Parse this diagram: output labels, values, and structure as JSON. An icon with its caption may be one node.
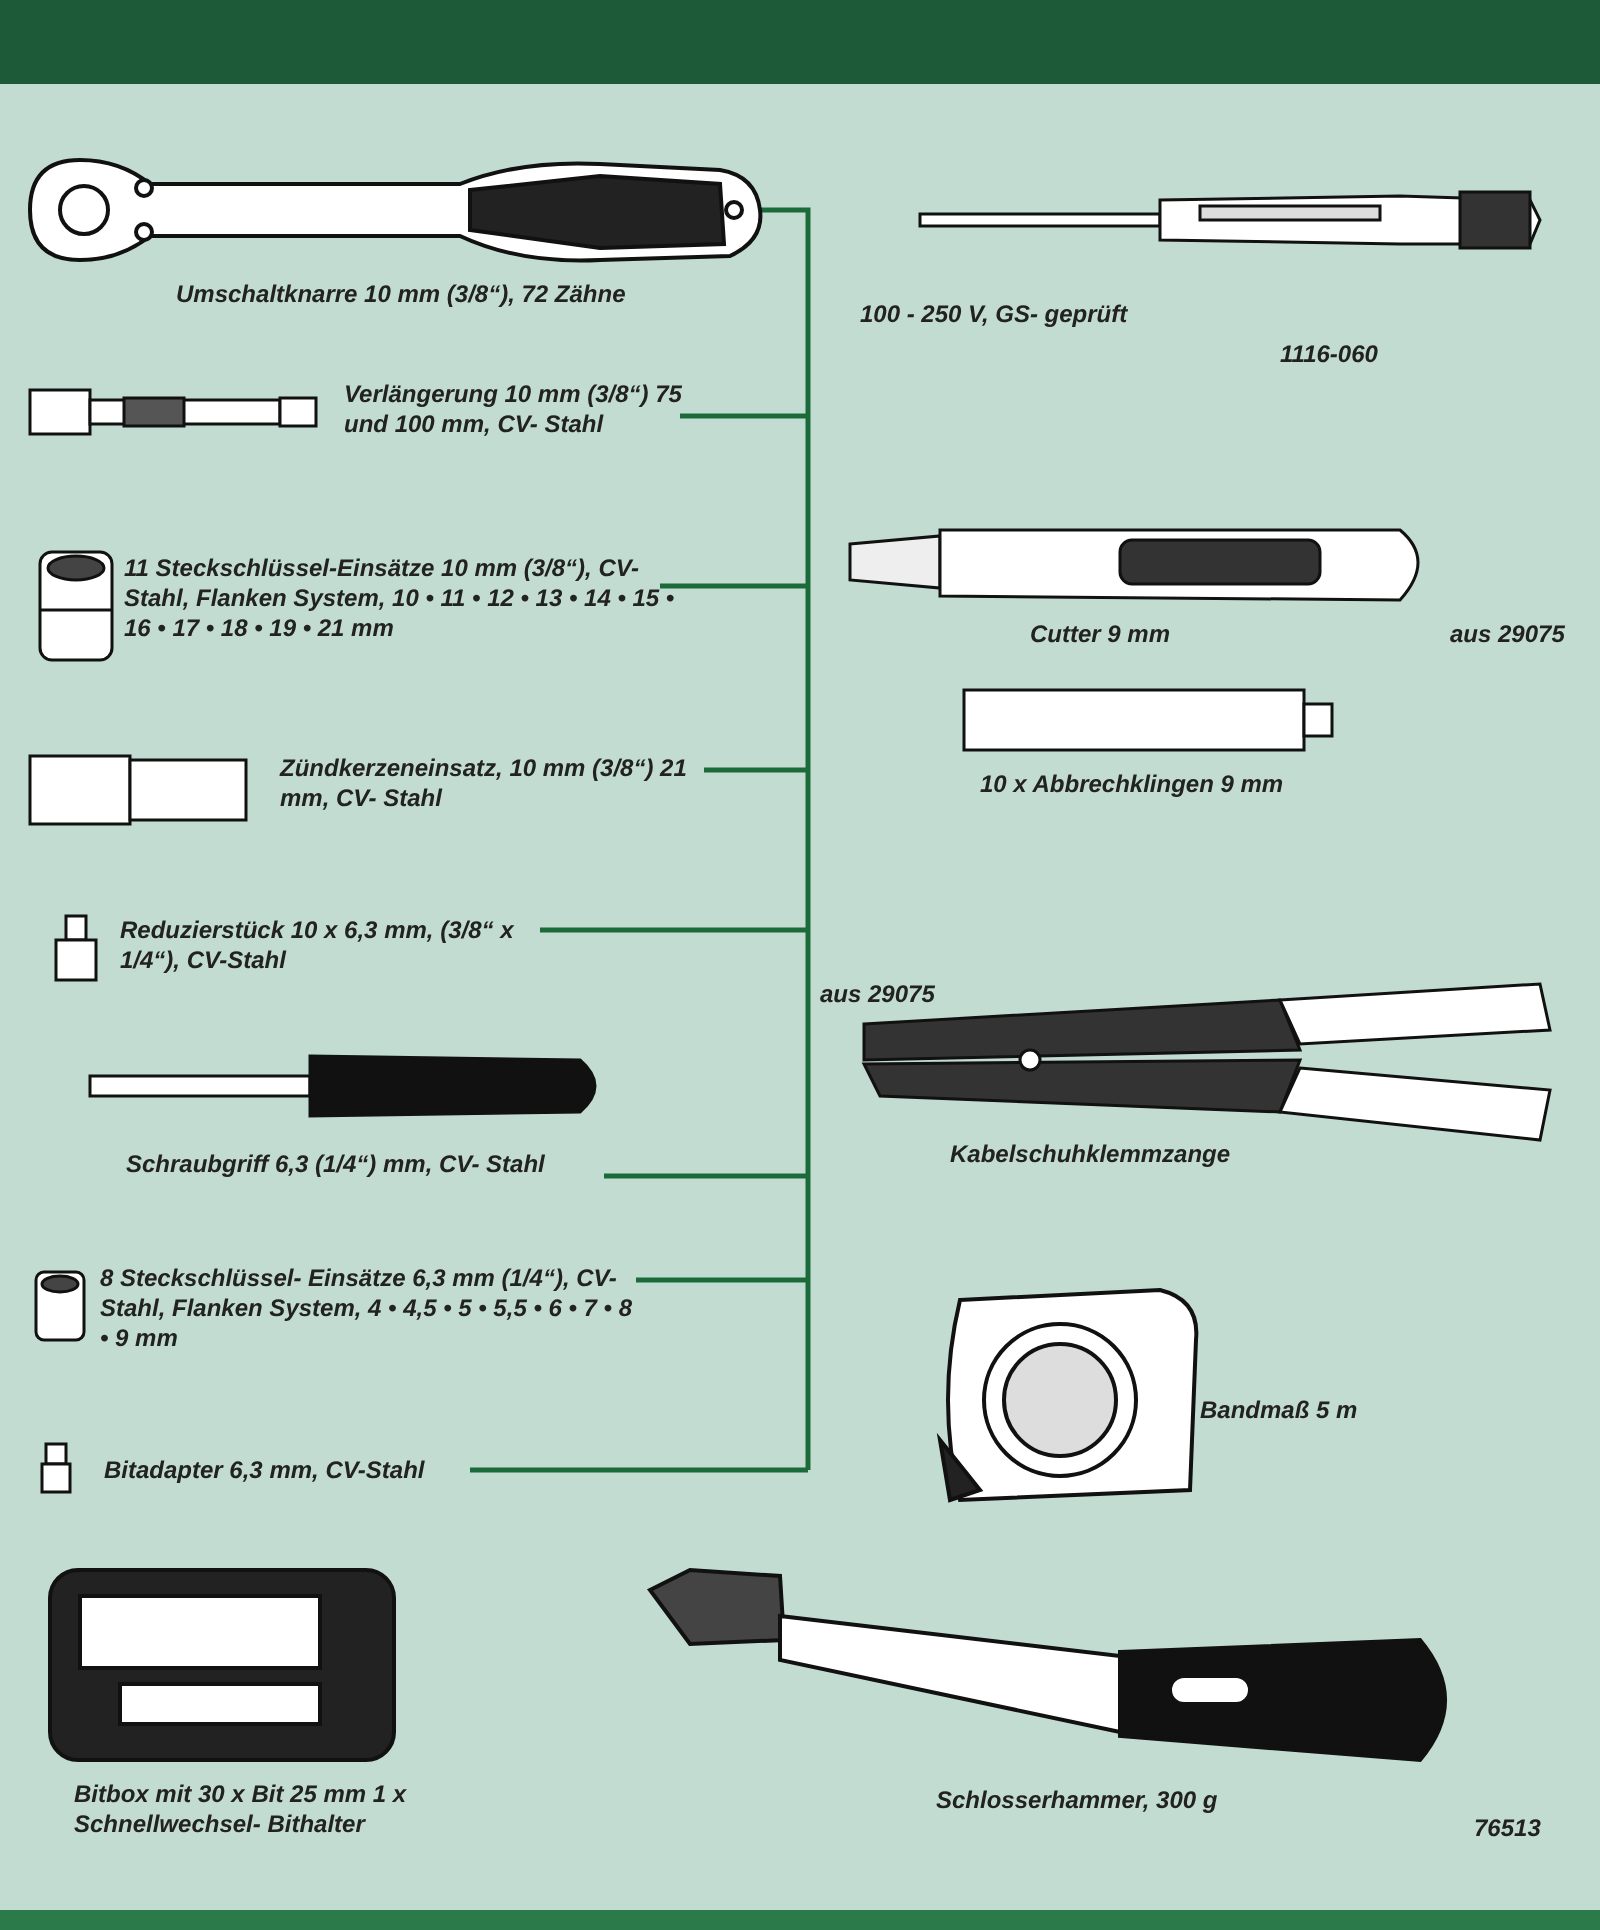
{
  "diagram": {
    "labels": [
      "Umschaltknarre 10 mm (3/8“), 72 Zähne",
      "100 - 250 V, GS- geprüft",
      "1116-060",
      "Verlängerung 10 mm (3/8“) 75 und 100 mm, CV- Stahl",
      "11 Steckschlüssel-Einsätze 10 mm (3/8“), CV- Stahl, Flanken System, 10 • 11 • 12 • 13 • 14 • 15 • 16 • 17 • 18 • 19 • 21 mm",
      "Cutter 9 mm",
      "aus 29075",
      "10 x Abbrechklingen 9 mm",
      "Zündkerzeneinsatz, 10 mm (3/8“) 21 mm, CV- Stahl",
      "Reduzierstück 10 x 6,3 mm, (3/8“ x 1/4“), CV-Stahl",
      "aus 29075",
      "Kabelschuhklemmzange",
      "Schraubgriff 6,3 (1/4“) mm, CV- Stahl",
      "8 Steckschlüssel- Einsätze 6,3 mm (1/4“), CV- Stahl, Flanken System, 4 • 4,5 • 5 • 5,5 • 6 • 7 • 8 • 9 mm",
      "Bandmaß 5 m",
      "Bitadapter 6,3 mm, CV-Stahl",
      "Bitbox mit 30 x Bit 25 mm 1 x Schnellwechsel- Bithalter",
      "Schlosserhammer, 300 g",
      "76513"
    ]
  }
}
